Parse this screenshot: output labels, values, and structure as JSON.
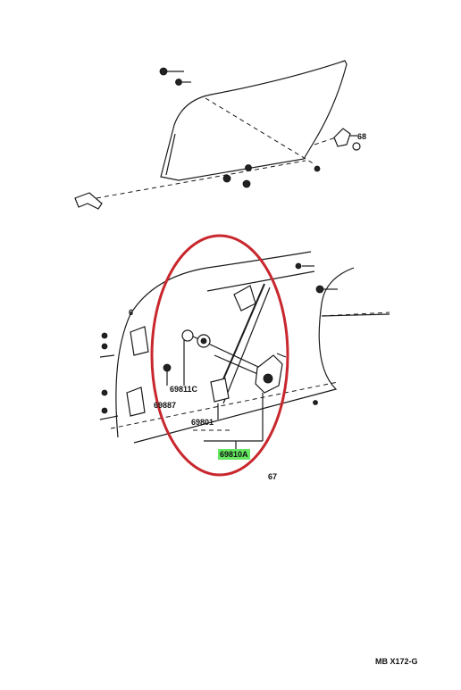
{
  "labels": {
    "top_right_part": "68",
    "left_frame": "6",
    "bracket_part": "69811C",
    "bolt_part": "69887",
    "regulator_part": "69801",
    "highlighted_part": "69810A",
    "lower_right_part": "67",
    "figure_code": "MB X172-G"
  },
  "colors": {
    "highlight": "#63e85f",
    "circle": "#c8272d",
    "ink": "#1a1a1a"
  }
}
